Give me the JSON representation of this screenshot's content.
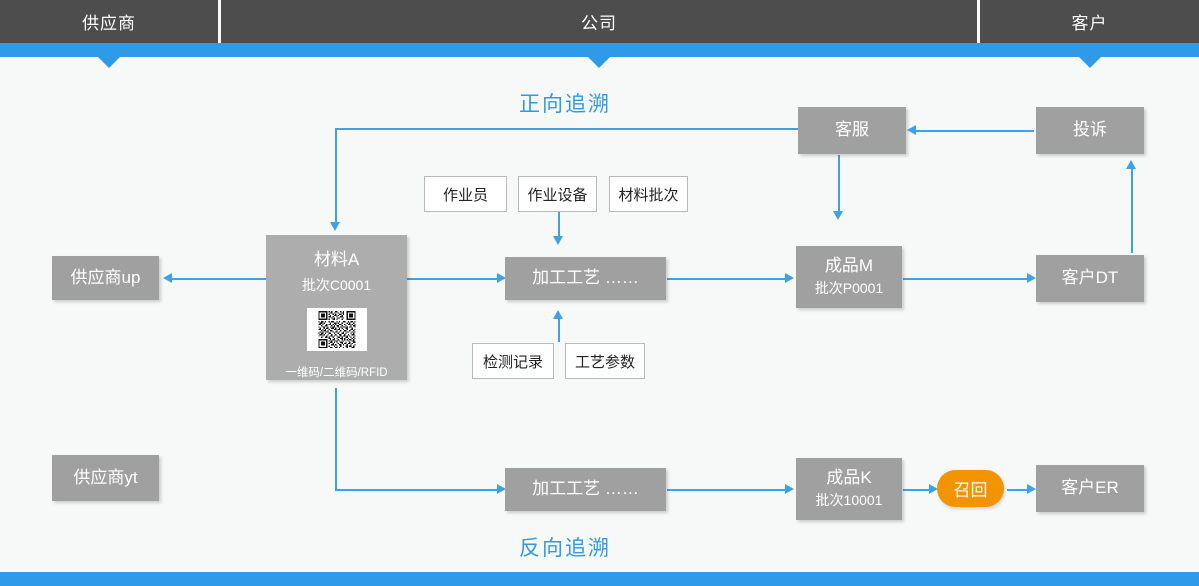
{
  "header": {
    "segments": [
      {
        "label": "供应商"
      },
      {
        "label": "公司"
      },
      {
        "label": "客户"
      }
    ],
    "bar_color": "#2f9ae8",
    "segment_color": "#4d4d4d"
  },
  "captions": {
    "forward": "正向追溯",
    "backward": "反向追溯",
    "color": "#2f9ae8"
  },
  "nodes": {
    "supplier_up": {
      "title": "供应商up"
    },
    "supplier_yt": {
      "title": "供应商yt"
    },
    "material": {
      "title": "材料A",
      "batch": "批次C0001",
      "code_types": "一维码/二维码/RFID",
      "qr_icon": "qr-code-icon"
    },
    "process_top": {
      "title": "加工工艺  ……"
    },
    "process_bottom": {
      "title": "加工工艺  ……"
    },
    "product_m": {
      "title": "成品M",
      "batch": "批次P0001"
    },
    "product_k": {
      "title": "成品K",
      "batch": "批次10001"
    },
    "customer_service": {
      "title": "客服"
    },
    "complaint": {
      "title": "投诉"
    },
    "customer_dt": {
      "title": "客户DT"
    },
    "customer_er": {
      "title": "客户ER"
    },
    "recall": {
      "title": "召回",
      "color": "#f29400"
    }
  },
  "tags": {
    "top": [
      {
        "label": "作业员"
      },
      {
        "label": "作业设备"
      },
      {
        "label": "材料批次"
      }
    ],
    "bottom": [
      {
        "label": "检测记录"
      },
      {
        "label": "工艺参数"
      }
    ]
  }
}
